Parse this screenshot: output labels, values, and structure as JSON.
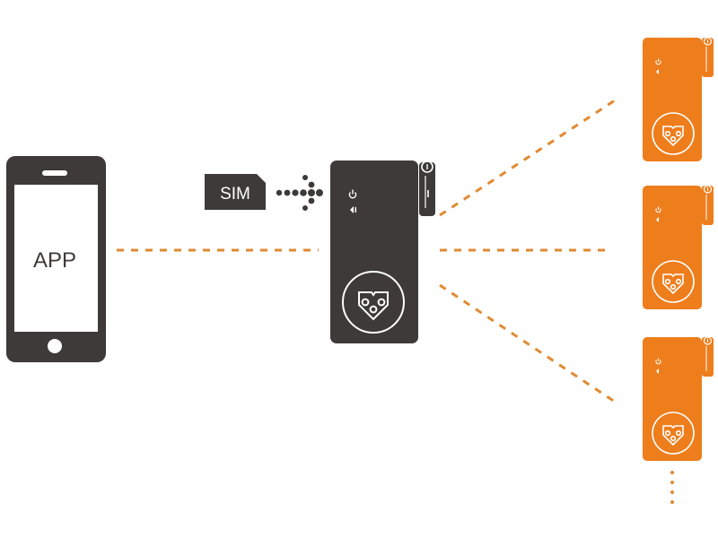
{
  "phone": {
    "screen_label": "APP"
  },
  "sim_card": {
    "label": "SIM"
  },
  "colors": {
    "dark": "#3d3a39",
    "accent": "#ee7d1c",
    "connector": "#e08a33",
    "white": "#ffffff"
  },
  "icons": {
    "power": "power-icon",
    "signal": "signal-icon",
    "socket": "swiss-socket-icon",
    "antenna": "antenna-icon",
    "more": "ellipsis-vertical-icon"
  },
  "slave_devices": [
    {
      "name": "slave-plug-1"
    },
    {
      "name": "slave-plug-2"
    },
    {
      "name": "slave-plug-3"
    }
  ],
  "more_indicator": "⋮"
}
